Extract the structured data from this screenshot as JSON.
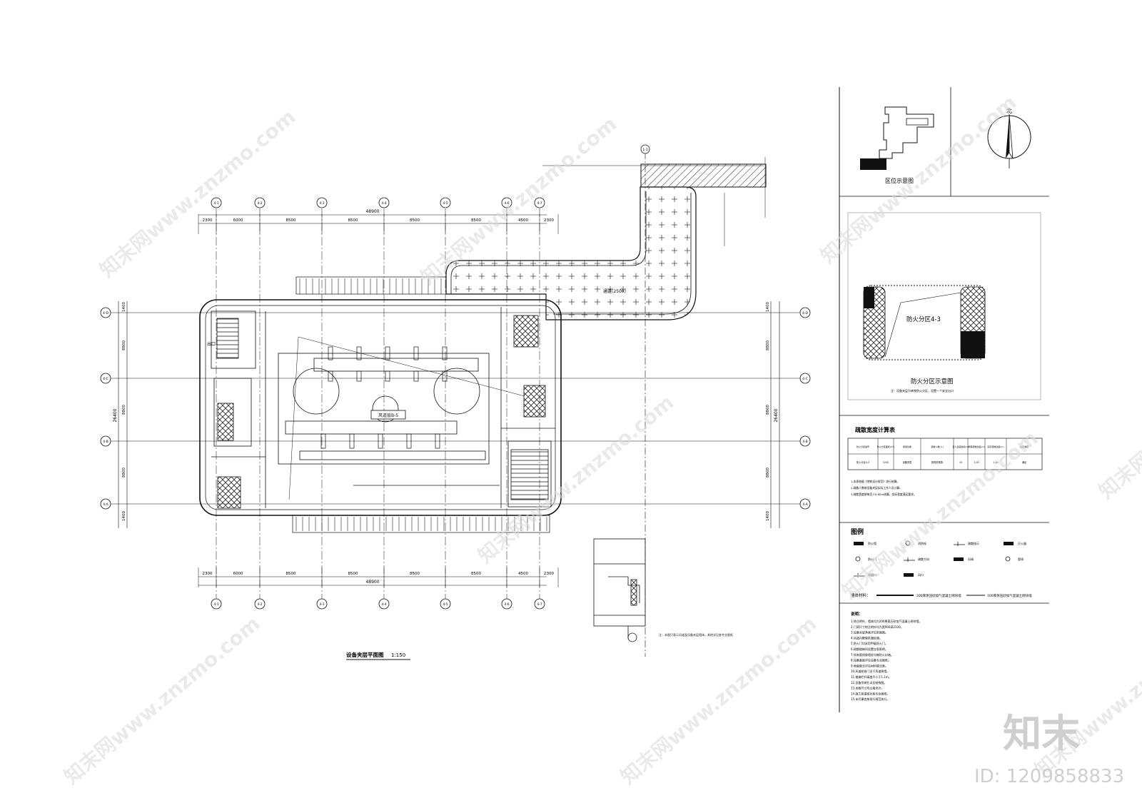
{
  "plan": {
    "title": "设备夹层平面图",
    "scale": "1:150",
    "hall_label": "风道层B-5",
    "stair_label": "出口",
    "passage_label": "通道(2500)",
    "grid_top_labels": [
      "4-1",
      "4-2",
      "4-3",
      "4-4",
      "4-5",
      "4-6",
      "4-7"
    ],
    "grid_side_labels": [
      "4-D",
      "4-C",
      "4-B",
      "4-A"
    ],
    "dim_spans": [
      "2300",
      "6000",
      "8500",
      "8500",
      "8500",
      "8500",
      "4500",
      "2300"
    ],
    "dim_total": "48900",
    "side_dims": [
      "1400",
      "8800",
      "8800",
      "8800",
      "1400"
    ],
    "side_total": "26400",
    "section_mark": "1-1",
    "note_line": "注：本图只表示风道及设备夹层墙体，其他详见各专业图纸"
  },
  "panel": {
    "location_title": "区位示意图",
    "north_label": "北",
    "fire_zone_label": "防火分区4-3",
    "fire_zone_title": "防火分区示意图",
    "fire_zone_note": "注：设备夹层为单独防火分区，设置一个安全出口",
    "evac_title": "疏散宽度计算表",
    "evac_headers": [
      "防火分区编号",
      "防火分区面积(m²)",
      "使用功能",
      "疏散人数(人)",
      "百人宽度指标(m)",
      "所需疏散宽度(m)",
      "实际疏散宽度(m)",
      "是否满足"
    ],
    "evac_row": [
      "防火分区4-3",
      "1250",
      "设备夹层",
      "按规范核算",
      "10",
      "1.00",
      "1.10",
      "满足"
    ],
    "evac_notes": [
      "1.本表依据《地铁设计规范》进行核算。",
      "2.疏散人数按设备夹层实际工作人员计算。",
      "3.疏散宽度按每百人0.65m核算，实际宽度满足要求。"
    ],
    "legend_title": "图例",
    "legend_items": [
      "防火墙",
      "消防栓",
      "疏散指示",
      "灭火器",
      "防火门",
      "疏散方向",
      "风阀",
      "管线",
      "排烟口",
      "风口"
    ],
    "wall_material_label": "墙体材料：",
    "wall_items": [
      "200厚蒸压砂加气混凝土砌块墙",
      "100厚蒸压砂加气混凝土砌块墙"
    ],
    "notes_title": "说明：",
    "notes": [
      "1.除注明外，墙体均为200厚蒸压砂加气混凝土砌块墙。",
      "2.门洞尺寸除注明外均为宽900高2100。",
      "3.设备夹层净高详见剖面图。",
      "4.风道内壁做防潮处理。",
      "5.防火门均采用甲级防火门。",
      "6.疏散楼梯间设置应急照明。",
      "7.所有管线穿墙处均做防火封堵。",
      "8.设备基础详见设备专业图纸。",
      "9.地面做法详见材料做法表。",
      "10.风道检修门设于风道侧墙。",
      "11.楼梯栏杆高度不小于1.1m。",
      "12.设备吊装孔详见结构图。",
      "13.本图尺寸均以毫米计。",
      "14.施工前请核对各专业图纸。",
      "15.未尽事宜按现行规范执行。"
    ]
  },
  "watermark": {
    "brand": "知末",
    "site": "知末网www.znzmo.com",
    "id_text": "ID: 1209858833"
  },
  "colors": {
    "line": "#111111",
    "hatch": "#444444",
    "watermark": "#d6d6d6"
  }
}
